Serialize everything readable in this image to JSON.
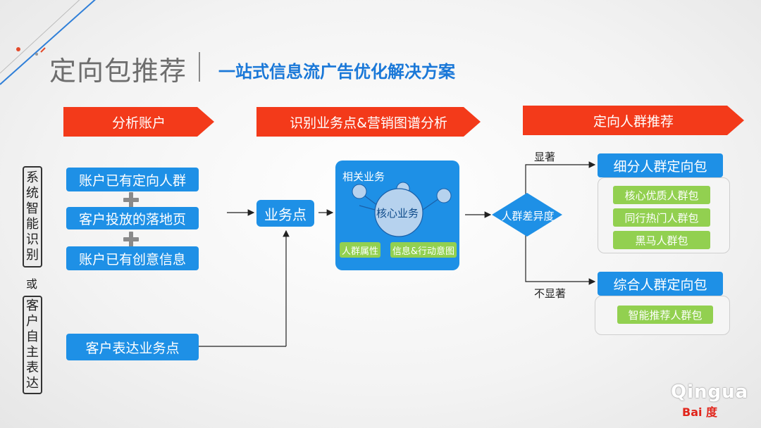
{
  "header": {
    "title": "定向包推荐",
    "subtitle": "一站式信息流广告优化解决方案"
  },
  "stages": [
    {
      "label": "分析账户"
    },
    {
      "label": "识别业务点&营销图谱分析"
    },
    {
      "label": "定向人群推荐"
    }
  ],
  "side_labels": {
    "system": [
      "系",
      "统",
      "智",
      "能",
      "识",
      "别"
    ],
    "or": "或",
    "customer": [
      "客",
      "户",
      "自",
      "主",
      "表",
      "达"
    ]
  },
  "account_items": [
    "账户已有定向人群",
    "客户投放的落地页",
    "账户已有创意信息"
  ],
  "customer_expression": "客户表达业务点",
  "business_point": "业务点",
  "graph": {
    "related": "相关业务",
    "core": "核心业务",
    "tags": [
      "人群属性",
      "信息&行动意图"
    ]
  },
  "decision": {
    "label": "人群差异度",
    "yes": "显著",
    "no": "不显著"
  },
  "segmented": {
    "title": "细分人群定向包",
    "items": [
      "核心优质人群包",
      "同行热门人群包",
      "黑马人群包"
    ]
  },
  "general": {
    "title": "综合人群定向包",
    "items": [
      "智能推荐人群包"
    ]
  },
  "watermark": {
    "brand": "Qingua",
    "baidu": "Bai 度"
  },
  "colors": {
    "banner": "#f33a1a",
    "blue": "#1e90e6",
    "green": "#92d050",
    "title_gray": "#6d6d6d",
    "subtitle_blue": "#1a78d8"
  }
}
